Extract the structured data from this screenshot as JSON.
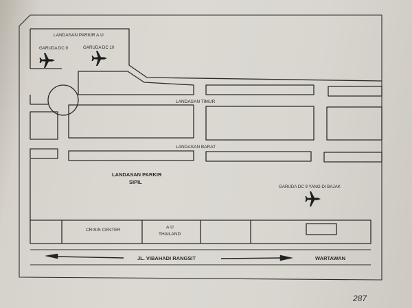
{
  "map": {
    "labels": {
      "landasan_parkir_au": "LANDASAN PARKIR A.U",
      "garuda_dc9": "GARUDA DC 9",
      "garuda_dc10": "GARUDA DC 10",
      "landasan_timur": "LANDASAN TIMUR",
      "landasan_barat": "LANDASAN BARAT",
      "landasan_parkir_sipil_1": "LANDASAN PARKIR",
      "landasan_parkir_sipil_2": "SIPIL",
      "garuda_dc9_hijacked": "GARUDA DC 9 YANG DI BAJAK",
      "crisis_center": "CRISIS CENTER",
      "au_thailand_1": "A.U",
      "au_thailand_2": "THAILAND",
      "road": "JL. VIBAHADI RANGSIT",
      "wartawan": "WARTAWAN"
    },
    "icons": [
      "airplane-icon",
      "arrow-left-icon",
      "arrow-right-icon"
    ]
  },
  "page": {
    "number": "287"
  }
}
